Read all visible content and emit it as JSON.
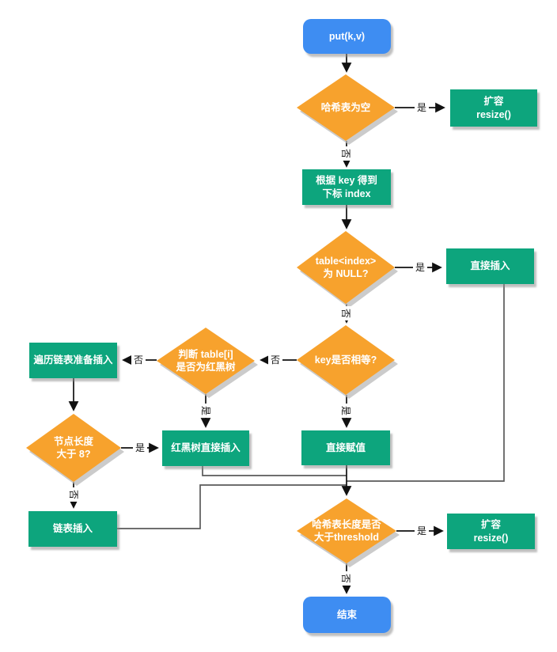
{
  "colors": {
    "terminal": "#3E8DF2",
    "process": "#0DA57D",
    "decision": "#F7A22D",
    "shape_text": "#ffffff",
    "edge_label": "#111111",
    "arrow_line": "#111111",
    "route_line": "#5a5a5a"
  },
  "nodes": {
    "start": "put(k,v)",
    "d_empty": "哈希表为空",
    "p_resize_top": "扩容\nresize()",
    "p_index": "根据 key 得到\n下标 index",
    "d_null": "table<index>\n为 NULL?",
    "p_direct": "直接插入",
    "d_key": "key是否相等?",
    "d_rbt": "判断 table[i]\n是否为红黑树",
    "p_traverse": "遍历链表准备插入",
    "p_rbt": "红黑树直接插入",
    "p_assign": "直接赋值",
    "d_len": "节点长度\n大于 8?",
    "p_list": "链表插入",
    "d_threshold": "哈希表长度是否\n大于threshold",
    "p_resize_bottom": "扩容\nresize()",
    "end": "结束"
  },
  "labels": {
    "yes": "是",
    "no": "否"
  }
}
